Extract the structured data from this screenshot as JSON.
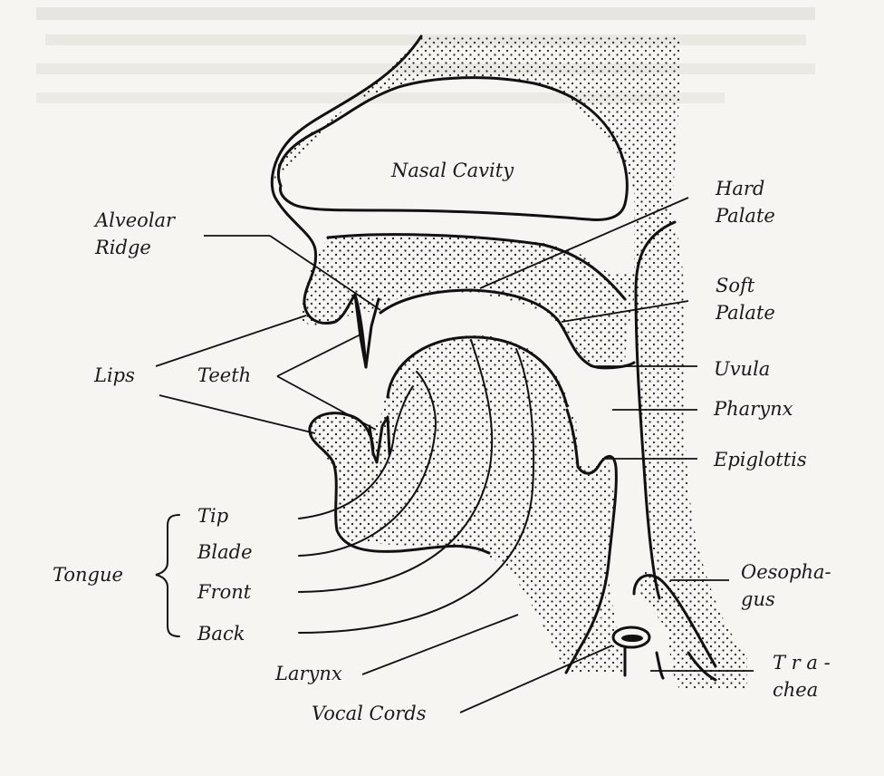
{
  "diagram": {
    "labels": {
      "nasal_cavity": "Nasal Cavity",
      "hard_palate_1": "Hard",
      "hard_palate_2": "Palate",
      "alveolar_ridge_1": "Alveolar",
      "alveolar_ridge_2": "Ridge",
      "soft_palate_1": "Soft",
      "soft_palate_2": "Palate",
      "lips": "Lips",
      "teeth": "Teeth",
      "uvula": "Uvula",
      "pharynx": "Pharynx",
      "epiglottis": "Epiglottis",
      "tip": "Tip",
      "blade": "Blade",
      "front": "Front",
      "back": "Back",
      "tongue": "Tongue",
      "oesophagus_1": "Oesopha-",
      "oesophagus_2": "gus",
      "larynx": "Larynx",
      "trachea_1": "T r a -",
      "trachea_2": "chea",
      "vocal_cords": "Vocal Cords"
    }
  }
}
